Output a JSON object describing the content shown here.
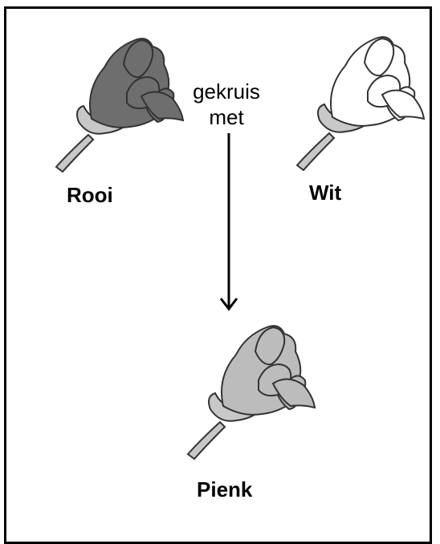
{
  "cross_label_line1": "gekruis",
  "cross_label_line2": "met",
  "parents": [
    {
      "label": "Rooi",
      "fill": "#6e6e6e"
    },
    {
      "label": "Wit",
      "fill": "#ffffff"
    }
  ],
  "offspring": {
    "label": "Pienk",
    "fill": "#bcbcbc"
  }
}
